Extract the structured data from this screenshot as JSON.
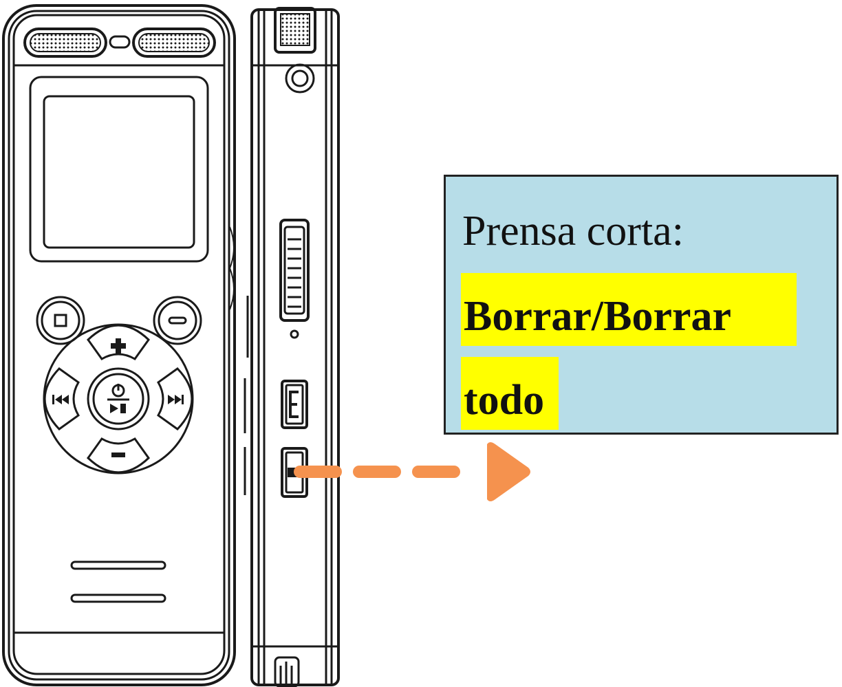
{
  "callout": {
    "title": "Prensa corta:",
    "action_line1": "Borrar/Borrar",
    "action_line2": "todo"
  },
  "colors": {
    "box_fill": "#b7dde8",
    "highlight": "#ffff00",
    "arrow": "#f5924e",
    "line": "#1a1a1a"
  }
}
